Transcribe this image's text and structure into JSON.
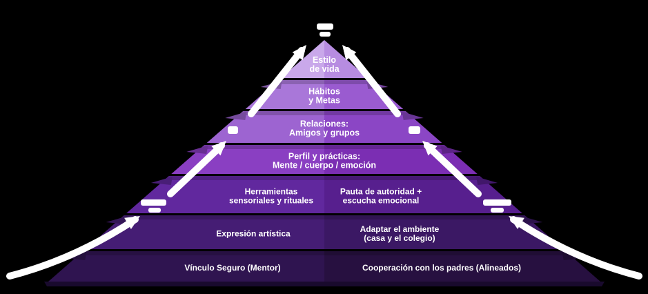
{
  "background_color": "#000000",
  "pyramid": {
    "text_color": "#ffffff",
    "levels": [
      {
        "label": "Estilo de vida",
        "split": false,
        "lines": [
          "Estilo",
          "de vida"
        ],
        "color_left": "#c9a8ea",
        "color_right": "#b78ce1"
      },
      {
        "label": "Hábitos y Metas",
        "split": false,
        "lines": [
          "Hábitos",
          "y Metas"
        ],
        "color_left": "#a977d9",
        "color_right": "#9a5bd0"
      },
      {
        "label": "Relaciones: Amigos y grupos",
        "split": false,
        "lines": [
          "Relaciones:",
          "Amigos y grupos"
        ],
        "color_left": "#9d64d1",
        "color_right": "#8b46c5"
      },
      {
        "label": "Perfil y prácticas: Mente / cuerpo / emoción",
        "split": false,
        "lines": [
          "Perfil y prácticas:",
          "Mente / cuerpo / emoción"
        ],
        "color_left": "#8a3fc2",
        "color_right": "#7b2eb3"
      },
      {
        "split": true,
        "label_left": "Herramientas sensoriales y rituales",
        "left_lines": [
          "Herramientas",
          "sensoriales y rituales"
        ],
        "label_right": "Pauta de autoridad + escucha emocional",
        "right_lines": [
          "Pauta de autoridad +",
          "escucha emocional"
        ],
        "color_left": "#61289e",
        "color_right": "#571f8e"
      },
      {
        "split": true,
        "label_left": "Expresión artística",
        "left_lines": [
          "Expresión artística"
        ],
        "label_right": "Adaptar el ambiente (casa y el colegio)",
        "right_lines": [
          "Adaptar el ambiente",
          "(casa y el colegio)"
        ],
        "color_left": "#451d74",
        "color_right": "#3b1864"
      },
      {
        "split": true,
        "label_left": "Vínculo Seguro (Mentor)",
        "left_lines": [
          "Vínculo Seguro (Mentor)"
        ],
        "label_right": "Cooperación con los padres (Alineados)",
        "right_lines": [
          "Cooperación con los padres (Alineados)"
        ],
        "color_left": "#2f1450",
        "color_right": "#271040"
      }
    ],
    "base_color": "#190a2d"
  },
  "arrows": {
    "color": "#ffffff",
    "sides": [
      "left",
      "right"
    ],
    "segments_per_side": 3,
    "direction": "ascending-to-apex"
  },
  "milestone_marks": {
    "color": "#ffffff",
    "positions": [
      "apex",
      "upper-left",
      "upper-right",
      "lower-left",
      "lower-right"
    ]
  }
}
